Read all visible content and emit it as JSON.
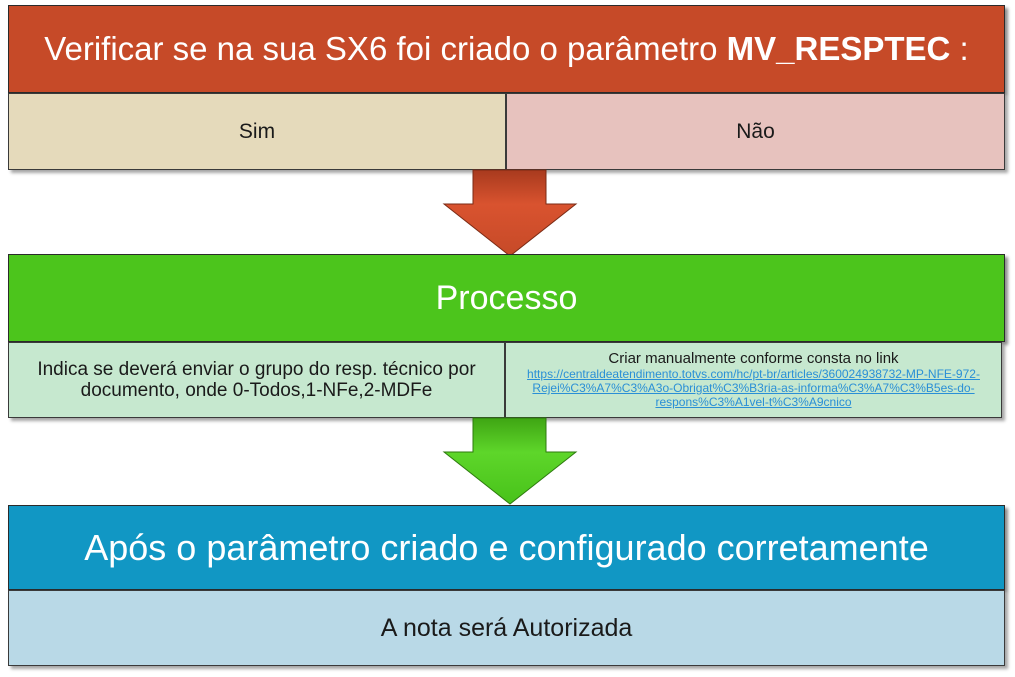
{
  "colors": {
    "step1": "#c64a28",
    "sim": "#e5dabb",
    "nao": "#e7c2be",
    "step2": "#4cc51c",
    "step2_cell": "#c6e8cf",
    "step3": "#1197c4",
    "step3_cell": "#b9d9e7"
  },
  "step1": {
    "title_prefix": "Verificar se na sua SX6 foi criado o parâmetro ",
    "title_param": "MV_RESPTEC",
    "title_suffix": " :",
    "option_yes": "Sim",
    "option_no": "Não"
  },
  "step2": {
    "title": "Processo",
    "yes_text": "Indica se deverá enviar o grupo do resp. técnico por documento, onde 0-Todos,1-NFe,2-MDFe",
    "no_text": "Criar manualmente conforme consta no link",
    "no_link": "https://centraldeatendimento.totvs.com/hc/pt-br/articles/360024938732-MP-NFE-972-Rejei%C3%A7%C3%A3o-Obrigat%C3%B3ria-as-informa%C3%A7%C3%B5es-do-respons%C3%A1vel-t%C3%A9cnico"
  },
  "step3": {
    "title": "Após o parâmetro criado e configurado corretamente",
    "result": "A nota será Autorizada"
  }
}
